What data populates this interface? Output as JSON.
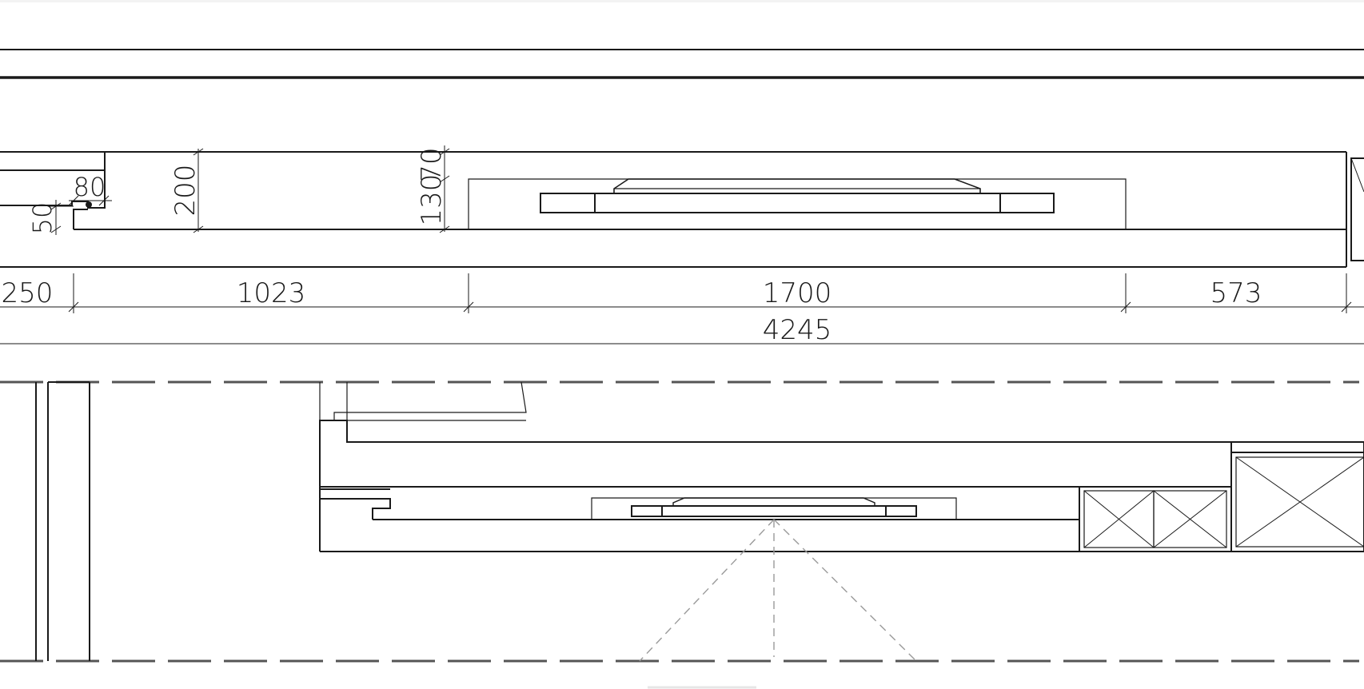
{
  "drawing": {
    "stroke_color": "#1a1a1a",
    "hidden_line_color": "#9a9a9a",
    "background": "#ffffff"
  },
  "dimensions": {
    "d50": "50",
    "d80": "80",
    "d200": "200",
    "d130": "130",
    "d70": "70",
    "d250": "250",
    "d1023": "1023",
    "d1700": "1700",
    "d573": "573",
    "d4245": "4245"
  }
}
